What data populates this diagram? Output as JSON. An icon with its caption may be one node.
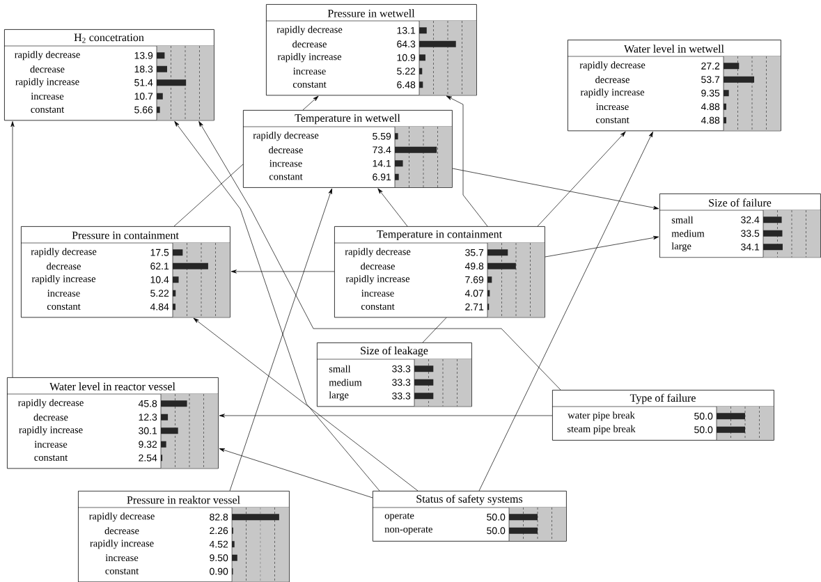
{
  "diagram": {
    "nodes": [
      {
        "text": [
          "H$_{2}$ concetration",
          "rapidly decrease",
          "13.9",
          "decrease",
          "18.3",
          "rapidly increase",
          "51.4",
          "increase",
          "10.7",
          "constant",
          "5.66"
        ]
      },
      {
        "text": [
          "Pressure in wetwell",
          "rapidly decrease",
          "13.1",
          "decrease",
          "64.3",
          "rapidly increase",
          "10.9",
          "increase",
          "5.22",
          "constant",
          "6.48"
        ]
      },
      {
        "text": [
          "Water level in wetwell",
          "rapidly decrease",
          "27.2",
          "decrease",
          "53.7",
          "rapidly increase",
          "9.35",
          "increase",
          "4.88",
          "constant",
          "4.88"
        ]
      },
      {
        "text": [
          "Temperature in wetwell",
          "rapidly decrease",
          "5.59",
          "decrease",
          "73.4",
          "increase",
          "14.1",
          "constant",
          "6.91"
        ]
      },
      {
        "text": [
          "Size of failure",
          "small",
          "32.4",
          "medium",
          "33.5",
          "large",
          "34.1"
        ]
      },
      {
        "text": [
          "Pressure in containment",
          "rapidly decrease",
          "17.5",
          "decrease",
          "62.1",
          "rapidly increase",
          "10.4",
          "increase",
          "5.22",
          "constant",
          "4.84"
        ]
      },
      {
        "text": [
          "Temperature in containment",
          "rapidly decrease",
          "35.7",
          "decrease",
          "49.8",
          "rapidly increase",
          "7.69",
          "increase",
          "4.07",
          "constant",
          "2.71"
        ]
      },
      {
        "text": [
          "Size of leakage",
          "small",
          "33.3",
          "medium",
          "33.3",
          "large",
          "33.3"
        ]
      },
      {
        "text": [
          "Water level in reactor vessel",
          "rapidly decrease",
          "45.8",
          "decrease",
          "12.3",
          "rapidly increase",
          "30.1",
          "increase",
          "9.32",
          "constant",
          "2.54"
        ]
      },
      {
        "text": [
          "Type of failure",
          "water pipe break",
          "50.0",
          "steam pipe break",
          "50.0"
        ]
      },
      {
        "text": [
          "Pressure in reaktor vessel",
          "rapidly decrease",
          "82.8",
          "decrease",
          "2.26",
          "rapidly increase",
          "4.52",
          "increase",
          "9.50",
          "constant",
          "0.90"
        ]
      },
      {
        "text": [
          "Status of safety systems",
          "operate",
          "50.0",
          "non-operate",
          "50.0"
        ]
      }
    ],
    "edges": [
      {
        "from": 8,
        "to": 0,
        "arrow": "to"
      },
      {
        "from": 11,
        "to": 0,
        "arrow": "to"
      },
      {
        "from": 9,
        "to": 0,
        "arrow": "to"
      },
      {
        "from": 10,
        "to": 3,
        "arrow": "to"
      },
      {
        "from": 3,
        "to": 1,
        "arrow": "to"
      },
      {
        "from": 6,
        "to": 1,
        "arrow": "to"
      },
      {
        "from": 5,
        "to": 3,
        "arrow": "none"
      },
      {
        "from": 6,
        "to": 5,
        "arrow": "to"
      },
      {
        "from": 6,
        "to": 2,
        "arrow": "to"
      },
      {
        "from": 11,
        "to": 2,
        "arrow": "to"
      },
      {
        "from": 3,
        "to": 4,
        "arrow": "to"
      },
      {
        "from": 6,
        "to": 4,
        "arrow": "to"
      },
      {
        "from": 9,
        "to": 8,
        "arrow": "to"
      },
      {
        "from": 11,
        "to": 8,
        "arrow": "to"
      },
      {
        "from": 6,
        "to": 3,
        "arrow": "to"
      },
      {
        "from": 7,
        "to": 6,
        "arrow": "none"
      },
      {
        "from": 11,
        "to": 5,
        "arrow": "to"
      }
    ]
  }
}
